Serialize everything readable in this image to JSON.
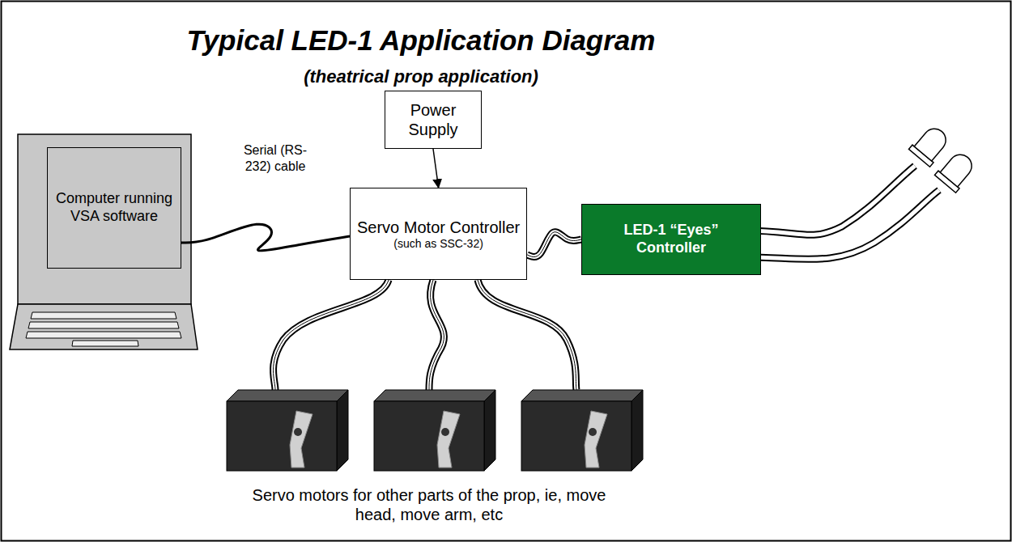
{
  "diagram": {
    "title": "Typical LED-1 Application Diagram",
    "nodes": [
      {
        "text": [
          "Computer running VSA software"
        ]
      },
      {
        "text": [
          "Power Supply"
        ]
      },
      {
        "text": [
          "Servo Motor Controller",
          "(such as SSC-32)"
        ]
      },
      {
        "text": [
          "LED-1 “Eyes” Controller"
        ]
      }
    ],
    "edges": [
      {
        "from": 0,
        "to": 2,
        "arrow": "none",
        "label": "Serial (RS-232) cable"
      },
      {
        "from": 1,
        "to": 2,
        "arrow": "to"
      },
      {
        "from": 2,
        "to": 3,
        "arrow": "none"
      }
    ],
    "labels": [
      "(theatrical prop application)",
      "Servo motors for other parts of the prop, ie, move head, move arm, etc"
    ]
  }
}
